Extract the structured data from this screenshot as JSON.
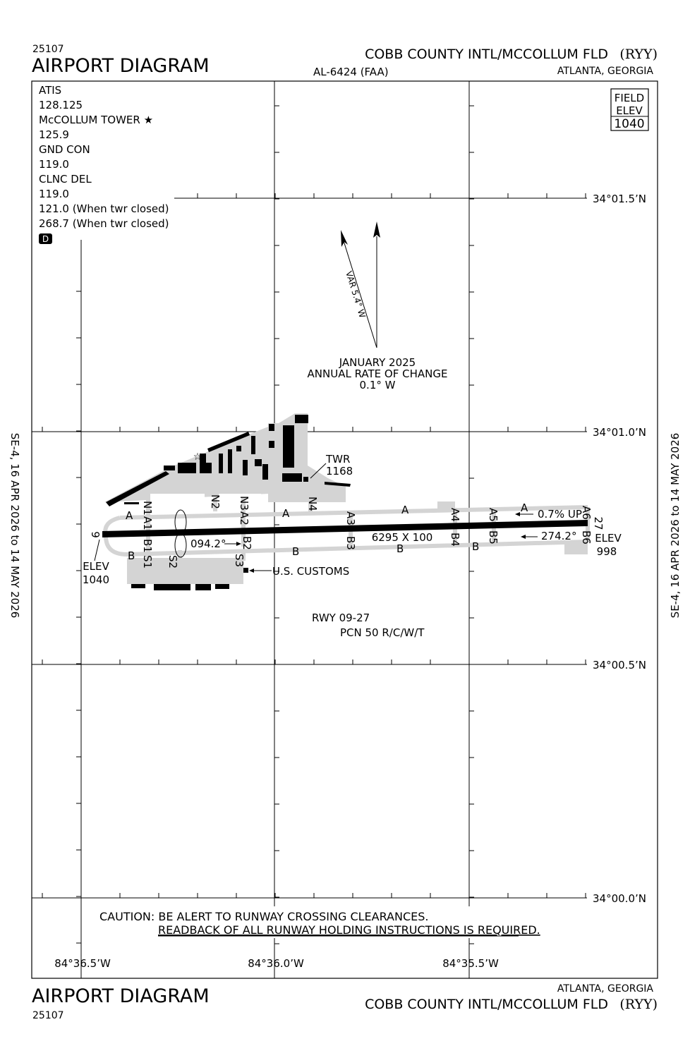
{
  "header": {
    "chart_number": "25107",
    "title": "AIRPORT DIAGRAM",
    "procedure_id": "AL-6424 (FAA)",
    "airport_name": "COBB COUNTY INTL/MCCOLLUM FLD",
    "airport_id": "(RYY)",
    "location": "ATLANTA, GEORGIA"
  },
  "frequencies": [
    "ATIS",
    "128.125",
    "McCOLLUM TOWER ★",
    "125.9",
    "GND CON",
    "119.0",
    "CLNC DEL",
    "119.0",
    "121.0 (When twr closed)",
    "268.7 (When twr closed)"
  ],
  "d_badge": "D",
  "field_elev": {
    "label1": "FIELD",
    "label2": "ELEV",
    "value": "1040"
  },
  "latitudes": [
    "34°01.5’N",
    "34°01.0’N",
    "34°00.5’N",
    "34°00.0’N"
  ],
  "longitudes": [
    "84°36.5’W",
    "84°36.0’W",
    "84°35.5’W"
  ],
  "magvar": {
    "var_label": "VAR 5.4° W",
    "line1": "JANUARY 2025",
    "line2": "ANNUAL RATE OF CHANGE",
    "line3": "0.1° W"
  },
  "tower": {
    "label": "TWR",
    "elev": "1168"
  },
  "runway": {
    "end_west": "9",
    "end_east": "27",
    "dimensions": "6295 X 100",
    "heading_west": "094.2°",
    "heading_east": "274.2°",
    "slope": "0.7% UP",
    "elev_label": "ELEV",
    "elev_west": "1040",
    "elev_east": "998",
    "name": "RWY 09-27",
    "pcn": "PCN 50 R/C/W/T"
  },
  "taxiways": {
    "A": "A",
    "B": "B",
    "N1": "N1",
    "N2": "N2",
    "N3": "N3",
    "N4": "N4",
    "A1": "A1",
    "A2": "A2",
    "A3": "A3",
    "A4": "A4",
    "A5": "A5",
    "A6": "A6",
    "B1": "B1",
    "B2": "B2",
    "B3": "B3",
    "B4": "B4",
    "B5": "B5",
    "B6": "B6",
    "S1": "S1",
    "S2": "S2",
    "S3": "S3"
  },
  "customs": "U.S. CUSTOMS",
  "caution": {
    "line1": "CAUTION: BE ALERT TO RUNWAY CROSSING CLEARANCES.",
    "line2": "READBACK OF ALL RUNWAY HOLDING INSTRUCTIONS IS REQUIRED."
  },
  "validity": "SE-4,  16 APR 2026  to  14 MAY 2026"
}
